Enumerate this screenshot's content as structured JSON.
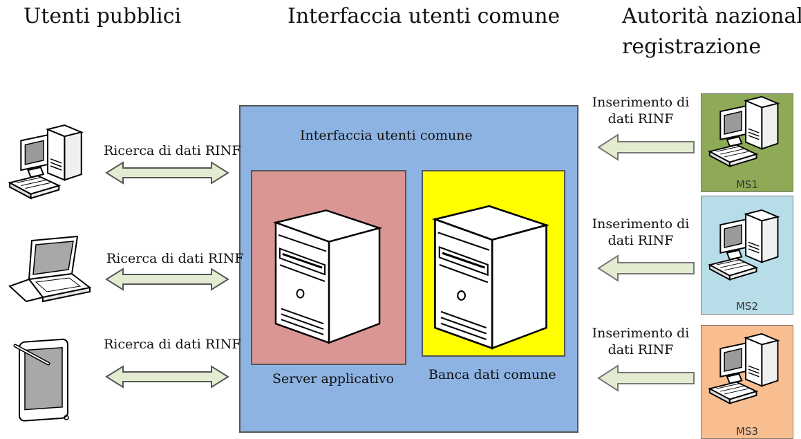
{
  "headings": {
    "public_users": "Utenti pubblici",
    "common_interface": "Interfaccia utenti comune",
    "national_authorities_line1": "Autorità nazionali di",
    "national_authorities_line2": "registrazione"
  },
  "central": {
    "title": "Interfaccia utenti comune",
    "app_server_label": "Server applicativo",
    "database_label": "Banca dati comune"
  },
  "left_links": [
    {
      "label": "Ricerca di dati RINF",
      "device": "desktop-computer-icon"
    },
    {
      "label": "Ricerca di dati RINF",
      "device": "laptop-icon"
    },
    {
      "label": "Ricerca di dati RINF",
      "device": "tablet-icon"
    }
  ],
  "right_links": [
    {
      "line1": "Inserimento di",
      "line2": "dati RINF",
      "ms": "MS1",
      "color": "#8faa57"
    },
    {
      "line1": "Inserimento di",
      "line2": "dati RINF",
      "ms": "MS2",
      "color": "#b7dde8"
    },
    {
      "line1": "Inserimento di",
      "line2": "dati RINF",
      "ms": "MS3",
      "color": "#f9be8f"
    }
  ],
  "colors": {
    "central_panel": "#8db3e2",
    "app_server_panel": "#d99694",
    "database_panel": "#ffff00",
    "arrow_fill": "#e3ecd0"
  }
}
